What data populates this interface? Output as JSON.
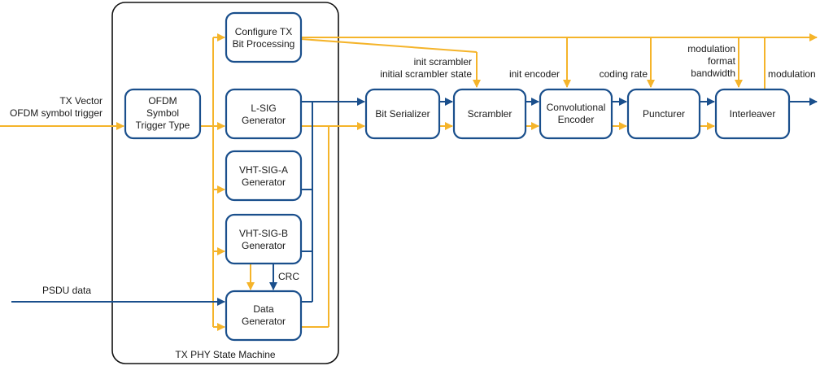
{
  "colors": {
    "control": "#f5b42a",
    "data": "#1a4f8c",
    "block_border": "#1a4f8c",
    "frame": "#111111"
  },
  "state_machine": {
    "label": "TX PHY State Machine"
  },
  "inputs": {
    "tx_vector": [
      "TX Vector",
      "OFDM symbol trigger"
    ],
    "psdu": "PSDU data"
  },
  "blocks": {
    "ofdm_trigger": [
      "OFDM",
      "Symbol",
      "Trigger Type"
    ],
    "config_tx": [
      "Configure TX",
      "Bit Processing"
    ],
    "lsig": [
      "L-SIG",
      "Generator"
    ],
    "vht_sig_a": [
      "VHT-SIG-A",
      "Generator"
    ],
    "vht_sig_b": [
      "VHT-SIG-B",
      "Generator"
    ],
    "data_gen": [
      "Data",
      "Generator"
    ],
    "bit_serializer": [
      "Bit Serializer"
    ],
    "scrambler": [
      "Scrambler"
    ],
    "conv_encoder": [
      "Convolutional",
      "Encoder"
    ],
    "puncturer": [
      "Puncturer"
    ],
    "interleaver": [
      "Interleaver"
    ]
  },
  "signals": {
    "crc": "CRC",
    "scrambler_ctrl": [
      "init scrambler",
      "initial scrambler state"
    ],
    "encoder_ctrl": "init encoder",
    "puncturer_ctrl": "coding rate",
    "interleaver_ctrl": [
      "modulation",
      "format",
      "bandwidth"
    ],
    "modulation_out": "modulation"
  }
}
